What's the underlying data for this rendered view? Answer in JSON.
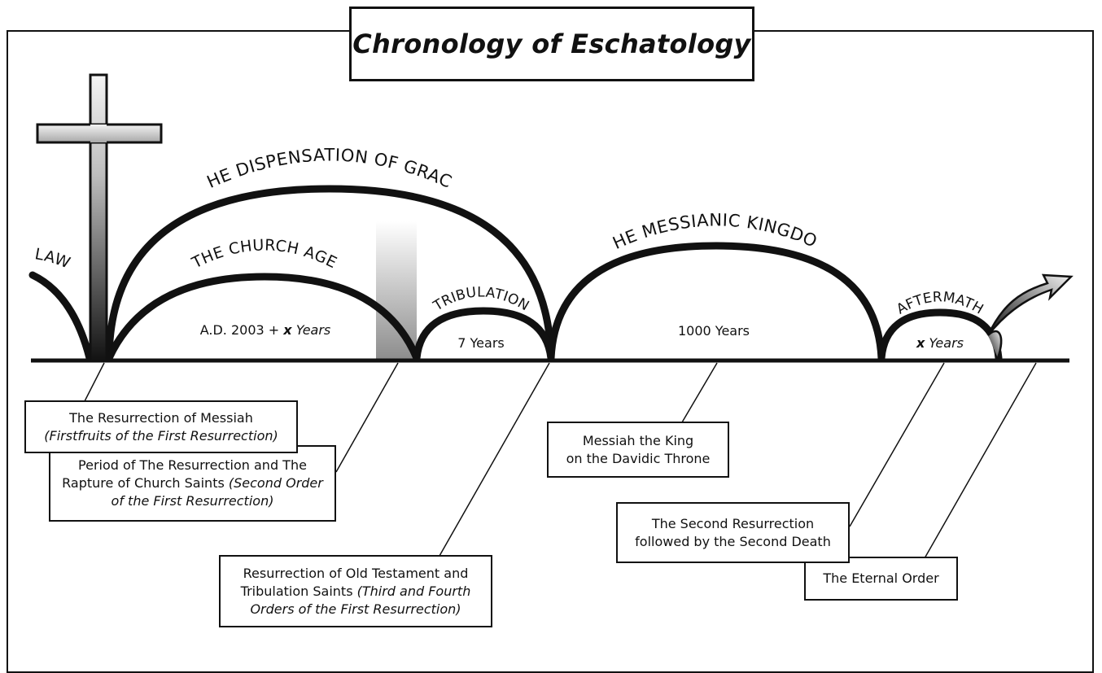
{
  "title": "Chronology of Eschatology",
  "arc_titles": {
    "law": "Law",
    "dispensation": "The Dispensation of Grace",
    "church_age": "The Church Age",
    "tribulation": "Tribulation",
    "kingdom": "The Messianic Kingdom",
    "aftermath": "Aftermath"
  },
  "durations": {
    "church_prefix": "A.D. 2003 + ",
    "church_var": "x",
    "church_suffix": " Years",
    "tribulation": "7 Years",
    "kingdom": "1000 Years",
    "aftermath_var": "x",
    "aftermath_suffix": " Years"
  },
  "callouts": {
    "messiah_resurrection": {
      "line1": "The Resurrection of Messiah",
      "line2": "(Firstfruits of the First Resurrection)"
    },
    "rapture": {
      "line1": "Period of The Resurrection and The",
      "line2a": "Rapture of Church Saints ",
      "line2b": "(Second Order",
      "line3": "of the First Resurrection)"
    },
    "ot_saints": {
      "line1": "Resurrection of Old Testament and",
      "line2a": "Tribulation Saints ",
      "line2b": "(Third and Fourth",
      "line3": "Orders of the First Resurrection)"
    },
    "messiah_king": {
      "line1": "Messiah the King",
      "line2": "on the Davidic Throne"
    },
    "second_resurrection": {
      "line1": "The Second Resurrection",
      "line2": "followed by the Second Death"
    },
    "eternal_order": {
      "line1": "The Eternal Order"
    }
  }
}
